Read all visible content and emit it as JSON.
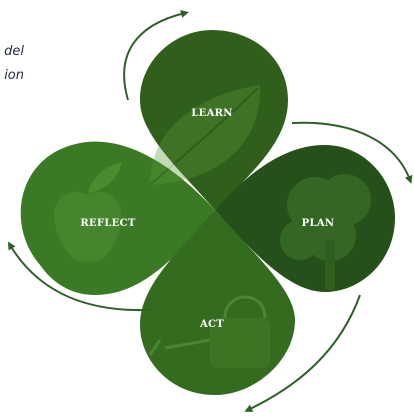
{
  "caption": {
    "line1": "del",
    "line2": "ion"
  },
  "cycle": {
    "stages": [
      {
        "id": "learn",
        "label": "LEARN",
        "icon": "leaf-icon"
      },
      {
        "id": "plan",
        "label": "PLAN",
        "icon": "tree-icon"
      },
      {
        "id": "act",
        "label": "ACT",
        "icon": "watering-can-icon"
      },
      {
        "id": "reflect",
        "label": "REFLECT",
        "icon": "apple-icon"
      }
    ],
    "colors": {
      "learn": "#2f5f1b",
      "plan": "#25501a",
      "act": "#336b1f",
      "reflect": "#3a7a24",
      "center": "#1f4513",
      "arrow": "#2f5f28"
    }
  }
}
